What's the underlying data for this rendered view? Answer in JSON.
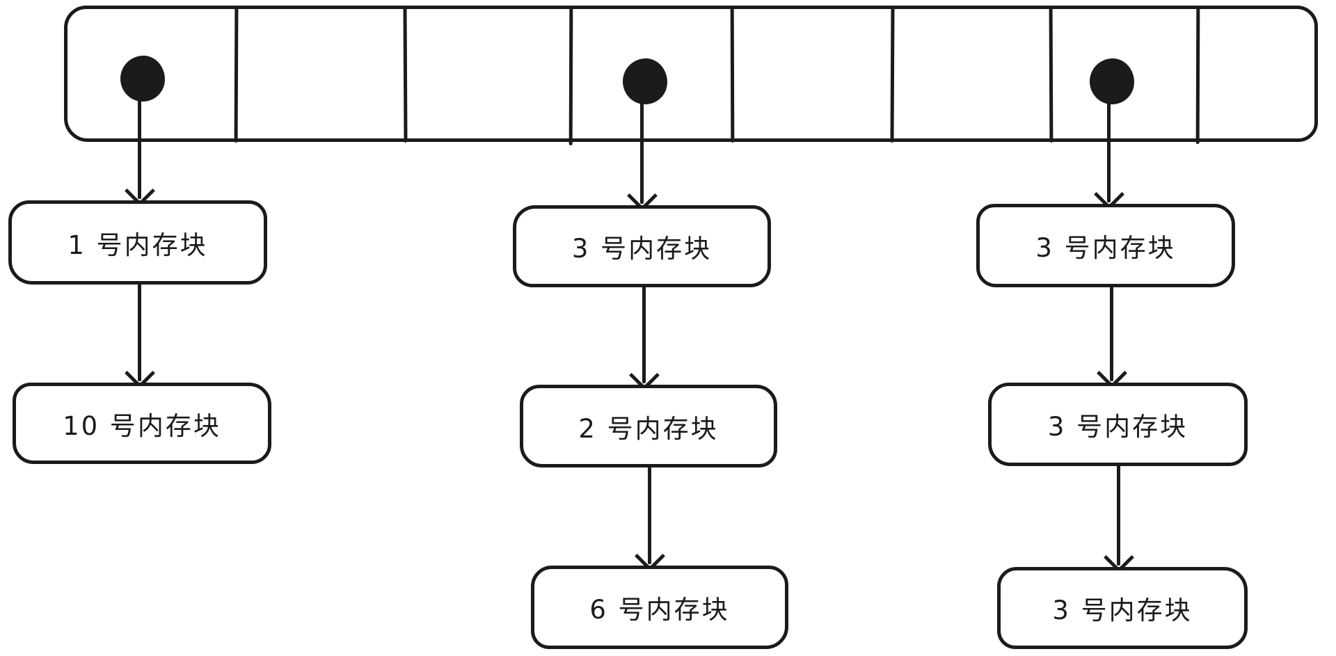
{
  "diagram": {
    "title": "memory blocks pointed to from array slots",
    "style": {
      "background_color": "#ffffff",
      "stroke_color": "#1b1b1b"
    },
    "array": {
      "cell_count": 8,
      "pointer_dot_cells": [
        1,
        4,
        7
      ],
      "dot_icon": "filled-circle"
    },
    "columns": [
      {
        "source_cell": 1,
        "boxes": [
          {
            "label": "1 号内存块"
          },
          {
            "label": "10 号内存块"
          }
        ]
      },
      {
        "source_cell": 4,
        "boxes": [
          {
            "label": "3 号内存块"
          },
          {
            "label": "2 号内存块"
          },
          {
            "label": "6 号内存块"
          }
        ]
      },
      {
        "source_cell": 7,
        "boxes": [
          {
            "label": "3 号内存块"
          },
          {
            "label": "3 号内存块"
          },
          {
            "label": "3 号内存块"
          }
        ]
      }
    ]
  }
}
